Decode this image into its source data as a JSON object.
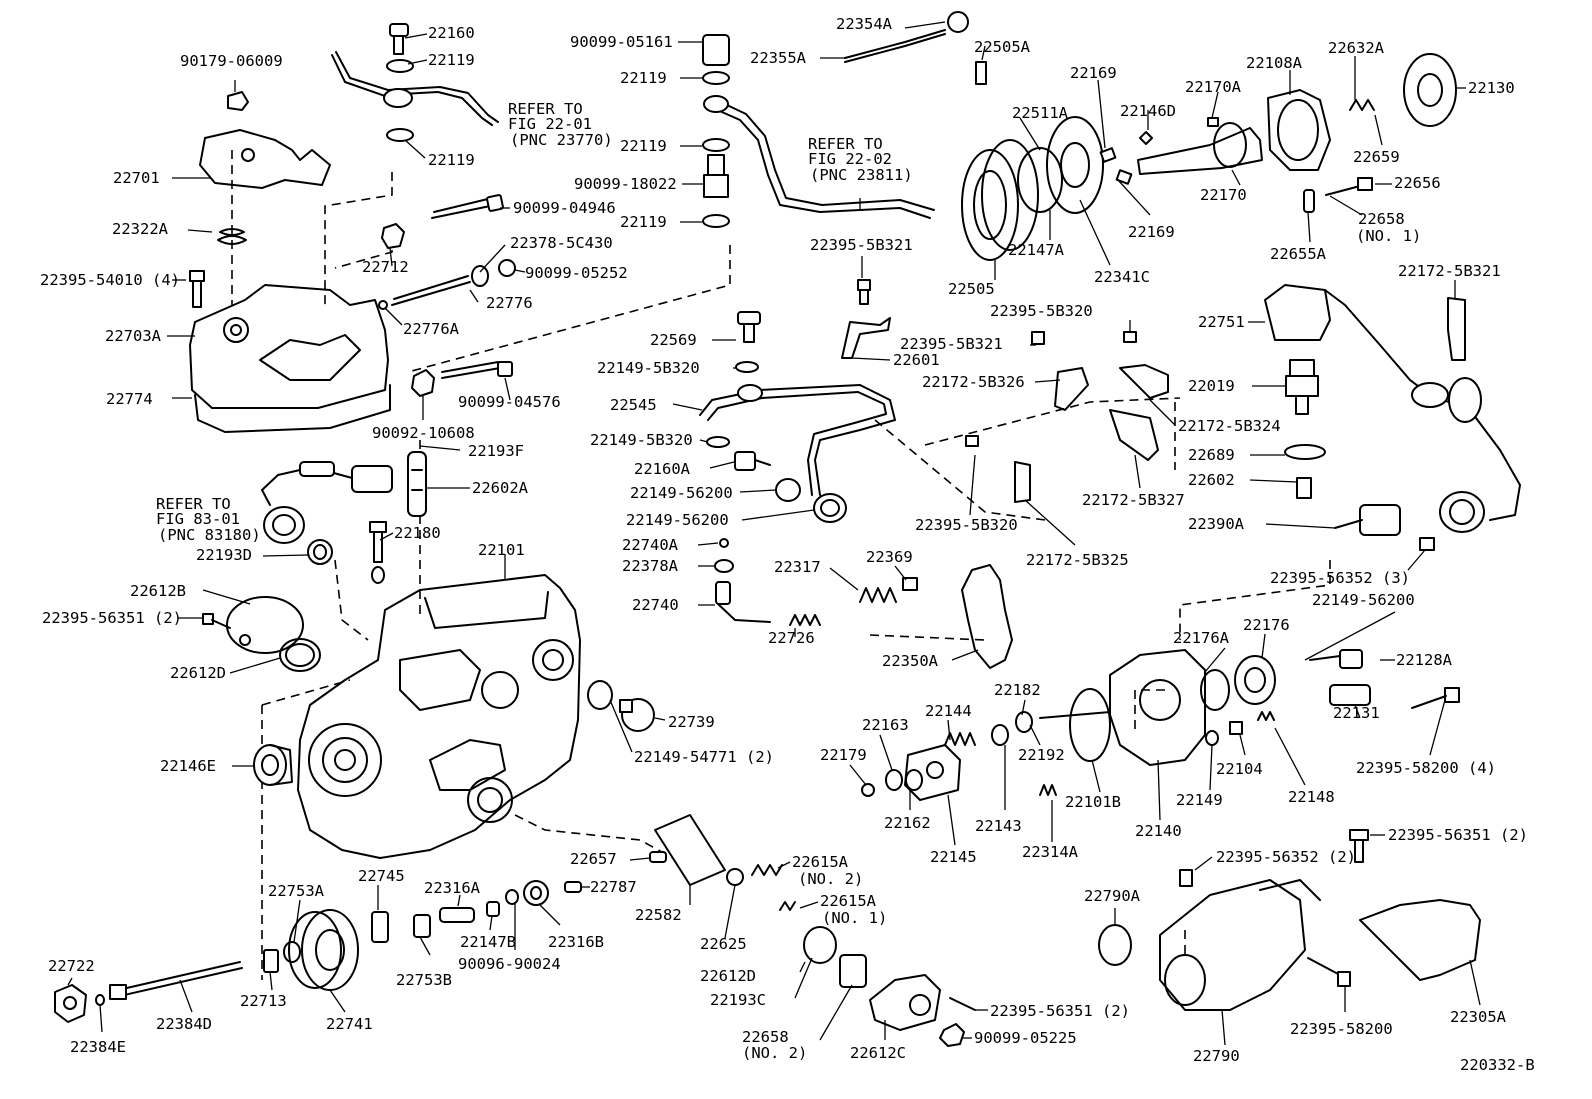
{
  "labels": [
    "22160",
    "22119",
    "90179-06009",
    "22701",
    "22322A",
    "22119",
    "22395-54010 (4)",
    "22703A",
    "22774",
    "REFER TO",
    "FIG 22-01",
    "(PNC 23770)",
    "22712",
    "90099-04946",
    "22378-5C430",
    "90099-05252",
    "22776",
    "22776A",
    "90099-04576",
    "90092-10608",
    "22193F",
    "22602A",
    "22180",
    "REFER TO",
    "FIG 83-01",
    "(PNC 83180)",
    "22193D",
    "22101",
    "22612B",
    "22395-56351 (2)",
    "22612D",
    "22739",
    "22149-54771 (2)",
    "22146E",
    "90099-05161",
    "22119",
    "22119",
    "90099-18022",
    "22119",
    "22354A",
    "22355A",
    "REFER TO",
    "FIG 22-02",
    "(PNC 23811)",
    "22395-5B321",
    "22601",
    "22569",
    "22149-5B320",
    "22545",
    "22149-5B320",
    "22160A",
    "22149-56200",
    "22149-56200",
    "22740A",
    "22378A",
    "22740",
    "22317",
    "22369",
    "22726",
    "22350A",
    "22505A",
    "22169",
    "22511A",
    "22146D",
    "22170A",
    "22108A",
    "22632A",
    "22130",
    "22659",
    "22170",
    "22169",
    "22656",
    "22658",
    "(NO. 1)",
    "22655A",
    "22505",
    "22147A",
    "22341C",
    "22395-5B320",
    "22395-5B321",
    "22172-5B326",
    "22172-5B324",
    "22172-5B327",
    "22395-5B320",
    "22172-5B325",
    "22172-5B321",
    "22751",
    "22019",
    "22689",
    "22602",
    "22390A",
    "22395-56352 (3)",
    "22149-56200",
    "22176A",
    "22176",
    "22128A",
    "22131",
    "22395-58200 (4)",
    "22182",
    "22144",
    "22163",
    "22179",
    "22192",
    "22101B",
    "22143",
    "22162",
    "22145",
    "22314A",
    "22140",
    "22149",
    "22104",
    "22148",
    "22657",
    "22615A",
    "(NO. 2)",
    "22615A",
    "(NO. 1)",
    "22582",
    "22625",
    "22612D",
    "22193C",
    "22658",
    "(NO. 2)",
    "22612C",
    "22395-56351 (2)",
    "90099-05225",
    "22753A",
    "22745",
    "22316A",
    "22787",
    "22147B",
    "90096-90024",
    "22316B",
    "22753B",
    "22741",
    "22722",
    "22713",
    "22384D",
    "22384E",
    "22395-56352 (2)",
    "22395-56351 (2)",
    "22790A",
    "22395-58200",
    "22790",
    "22305A",
    "220332-B"
  ]
}
